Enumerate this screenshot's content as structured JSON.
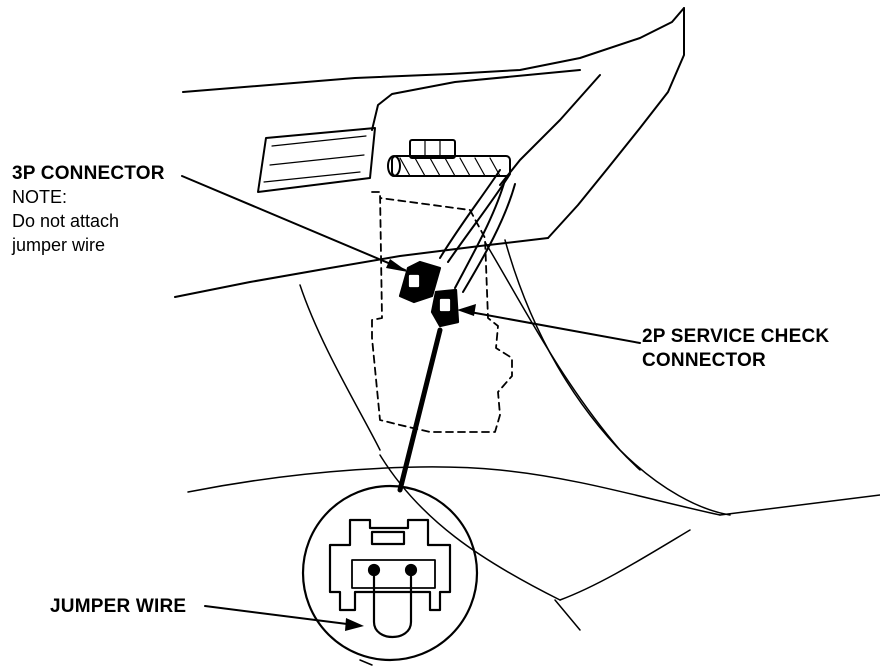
{
  "labels": {
    "connector_3p": {
      "title": "3P CONNECTOR",
      "note_heading": "NOTE:",
      "note_line1": "Do not attach",
      "note_line2": "jumper wire"
    },
    "service_check": {
      "line1": "2P SERVICE CHECK",
      "line2": "CONNECTOR"
    },
    "jumper_wire": "JUMPER WIRE"
  },
  "colors": {
    "ink": "#000000",
    "paper": "#ffffff"
  }
}
